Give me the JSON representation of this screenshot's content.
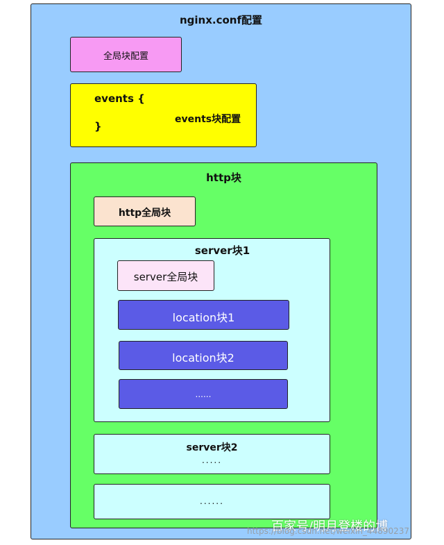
{
  "outer": {
    "title": "nginx.conf配置"
  },
  "global_block": {
    "label": "全局块配置"
  },
  "events_block": {
    "open": "events {",
    "close": "}",
    "label": "events块配置"
  },
  "http_block": {
    "title": "http块",
    "global": "http全局块",
    "servers": [
      {
        "title": "server块1",
        "global": "server全局块",
        "locations": [
          "location块1",
          "location块2",
          "......"
        ]
      },
      {
        "title": "server块2",
        "content": "....."
      },
      {
        "content": "......"
      }
    ]
  },
  "watermark": {
    "main": "百家号/明月登楼的博",
    "url": "https://blog.csdn.net/weixin_44890237"
  },
  "colors": {
    "outer": "#99ccff",
    "global_block": "#f79af3",
    "events_block": "#ffff00",
    "http_block": "#66ff66",
    "http_global": "#fbe3cf",
    "server": "#ccffff",
    "server_global": "#fce4f8",
    "location": "#5b5be6"
  }
}
